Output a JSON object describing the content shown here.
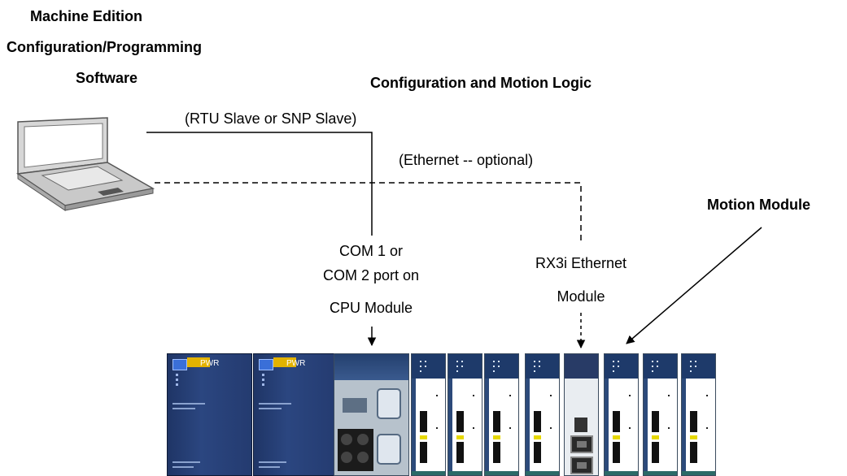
{
  "labels": {
    "software_line1": "Machine Edition",
    "software_line2": "Configuration/Programming",
    "software_line3": "Software",
    "logic_title": "Configuration and Motion Logic",
    "serial_link": "(RTU Slave or SNP Slave)",
    "ethernet_link": "(Ethernet -- optional)",
    "motion_module": "Motion Module",
    "cpu_line1": "COM 1 or",
    "cpu_line2": "COM 2 port on",
    "cpu_line3": "CPU Module",
    "eth_line1": "RX3i Ethernet",
    "eth_line2": "Module"
  },
  "rack": {
    "power_supply_label_1": "PWR",
    "power_supply_label_2": "PWR"
  },
  "colors": {
    "module_blue": "#24406f",
    "pwr_yellow": "#e2b200"
  }
}
